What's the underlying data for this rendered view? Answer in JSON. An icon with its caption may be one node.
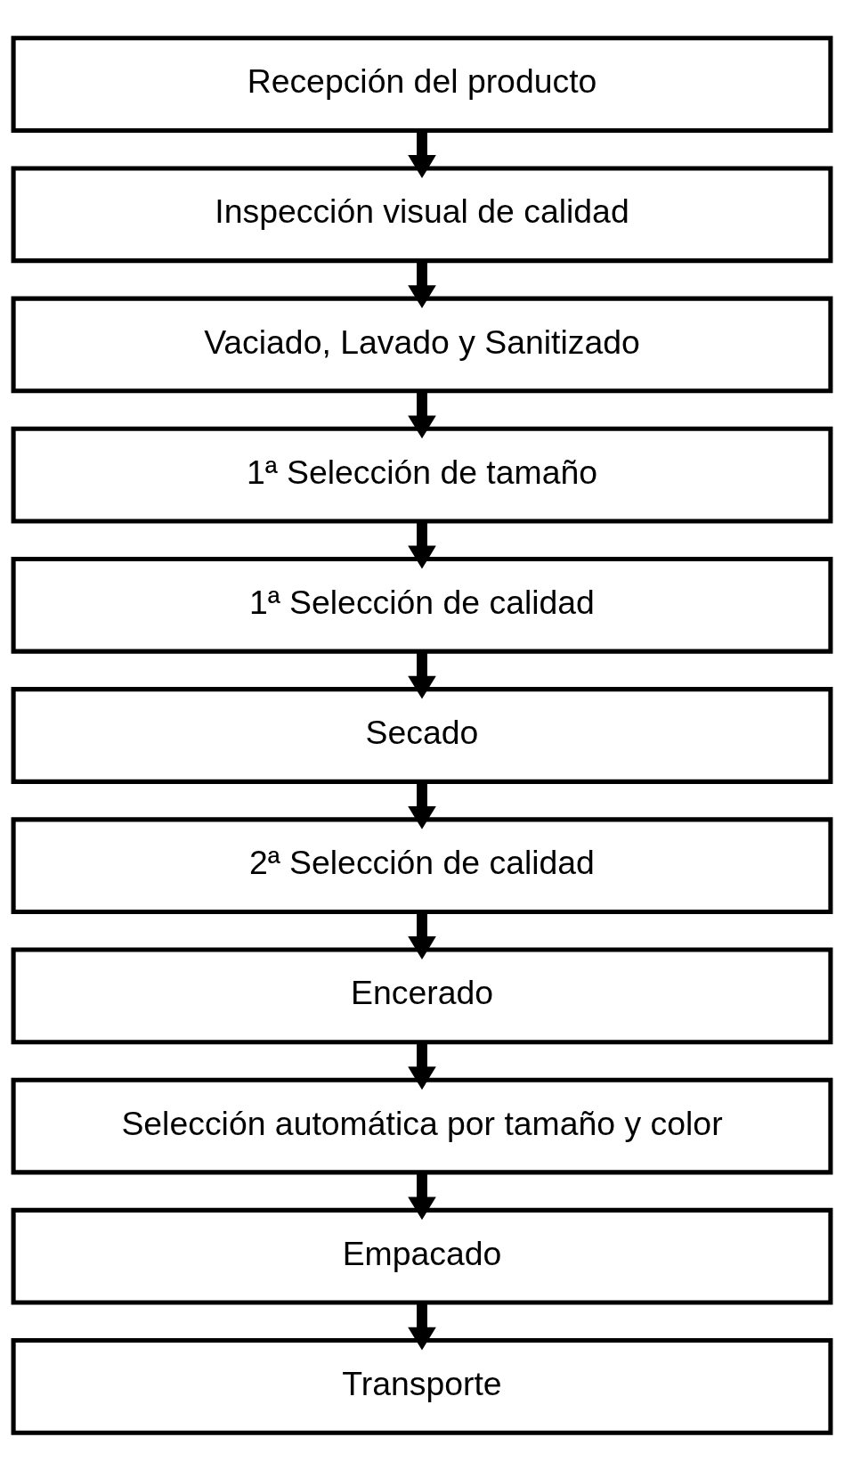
{
  "diagram": {
    "nodes": [
      {
        "text": [
          "Recepción del producto"
        ]
      },
      {
        "text": [
          "Inspección visual de calidad"
        ]
      },
      {
        "text": [
          "Vaciado, Lavado y Sanitizado"
        ]
      },
      {
        "text": [
          "1ª Selección de tamaño"
        ]
      },
      {
        "text": [
          "1ª Selección de calidad"
        ]
      },
      {
        "text": [
          "Secado"
        ]
      },
      {
        "text": [
          "2ª Selección de calidad"
        ]
      },
      {
        "text": [
          "Encerado"
        ]
      },
      {
        "text": [
          "Selección automática por tamaño y color"
        ]
      },
      {
        "text": [
          "Empacado"
        ]
      },
      {
        "text": [
          "Transporte"
        ]
      }
    ],
    "edges": [
      {
        "from": 0,
        "to": 1,
        "arrow": "to"
      },
      {
        "from": 1,
        "to": 2,
        "arrow": "to"
      },
      {
        "from": 2,
        "to": 3,
        "arrow": "to"
      },
      {
        "from": 3,
        "to": 4,
        "arrow": "to"
      },
      {
        "from": 4,
        "to": 5,
        "arrow": "to"
      },
      {
        "from": 5,
        "to": 6,
        "arrow": "to"
      },
      {
        "from": 6,
        "to": 7,
        "arrow": "to"
      },
      {
        "from": 7,
        "to": 8,
        "arrow": "to"
      },
      {
        "from": 8,
        "to": 9,
        "arrow": "to"
      },
      {
        "from": 9,
        "to": 10,
        "arrow": "to"
      }
    ]
  }
}
